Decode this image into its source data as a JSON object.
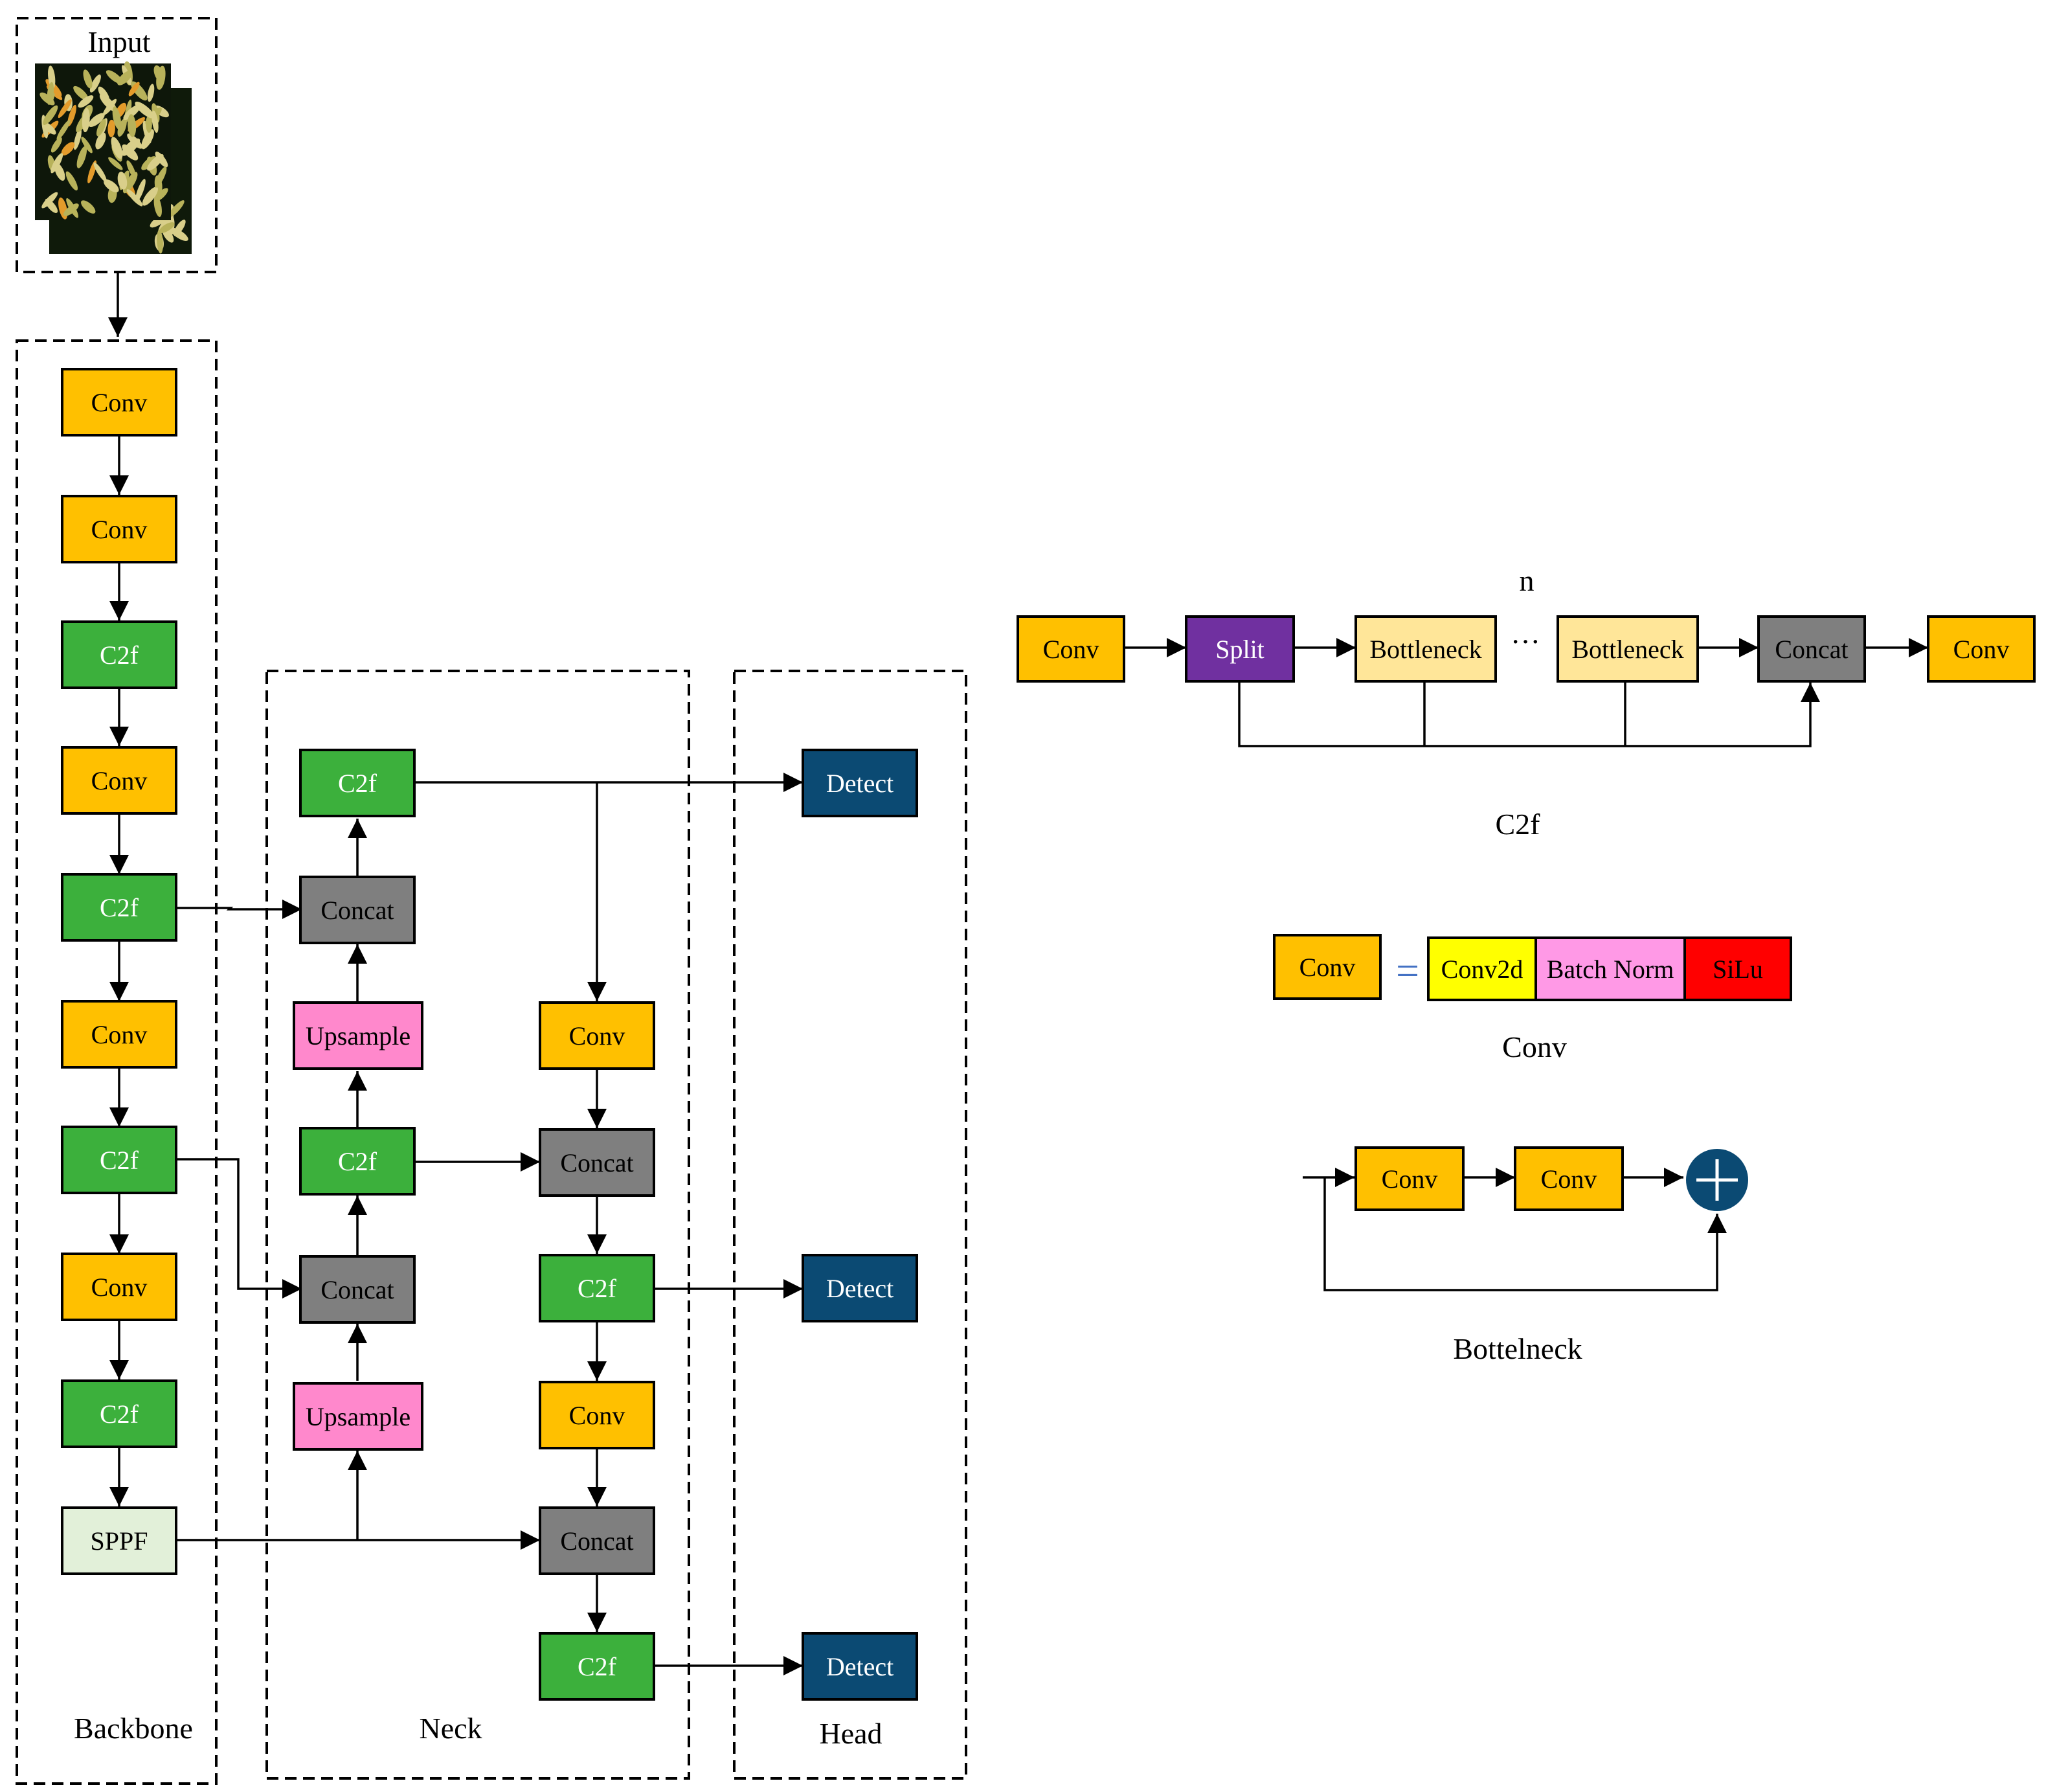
{
  "colors": {
    "conv": "#FFC000",
    "c2f": "#3CB03C",
    "concat": "#7F7F7F",
    "upsample": "#FF88CC",
    "detect": "#0B4A73",
    "sppf": "#E2F0D9",
    "split": "#7030A0",
    "bottleneck": "#FFE699",
    "conv2d": "#FFFF00",
    "batchnorm": "#FF99E6",
    "silu": "#FF0000",
    "equals": "#4472C4",
    "plus_node": "#0B4A73"
  },
  "icons": {
    "plus_node": "circle-plus-icon",
    "input_image": "rice-grain-image"
  },
  "sections": {
    "input": "Input",
    "backbone": "Backbone",
    "neck": "Neck",
    "head": "Head"
  },
  "backbone_blocks": [
    "Conv",
    "Conv",
    "C2f",
    "Conv",
    "C2f",
    "Conv",
    "C2f",
    "Conv",
    "C2f",
    "SPPF"
  ],
  "neck_blocks": {
    "left_column": [
      "C2f",
      "Concat",
      "Upsample",
      "C2f",
      "Concat",
      "Upsample"
    ],
    "right_column": [
      "Conv",
      "Concat",
      "C2f",
      "Conv",
      "Concat",
      "C2f"
    ]
  },
  "head_blocks": [
    "Detect",
    "Detect",
    "Detect"
  ],
  "c2f_detail": {
    "repeat_label": "n",
    "blocks": [
      "Conv",
      "Split",
      "Bottleneck",
      "Bottleneck",
      "Concat",
      "Conv"
    ],
    "ellipsis": "···",
    "caption": "C2f"
  },
  "conv_detail": {
    "block": "Conv",
    "equals": "=",
    "parts": [
      "Conv2d",
      "Batch Norm",
      "SiLu"
    ],
    "caption": "Conv"
  },
  "bottleneck_detail": {
    "blocks": [
      "Conv",
      "Conv"
    ],
    "plus": "+",
    "caption": "Bottelneck"
  }
}
